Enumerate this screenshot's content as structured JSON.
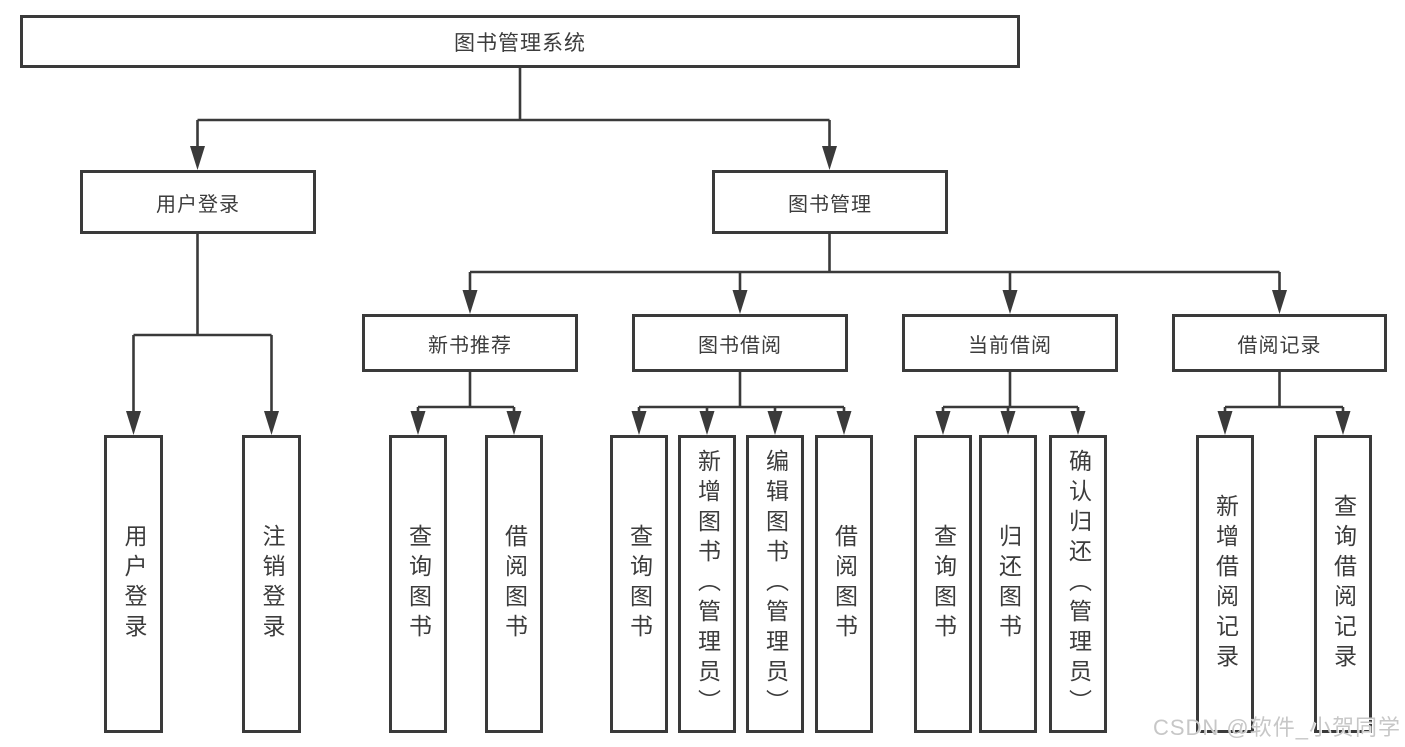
{
  "root": {
    "label": "图书管理系统"
  },
  "level2": {
    "user_login": {
      "label": "用户登录",
      "children": [
        {
          "label": "用户登录"
        },
        {
          "label": "注销登录"
        }
      ]
    },
    "book_mgmt": {
      "label": "图书管理"
    }
  },
  "level3": {
    "new_books": {
      "label": "新书推荐",
      "children": [
        {
          "label": "查询图书"
        },
        {
          "label": "借阅图书"
        }
      ]
    },
    "book_borrow": {
      "label": "图书借阅",
      "children": [
        {
          "label": "查询图书"
        },
        {
          "label": "新增图书（管理员）"
        },
        {
          "label": "编辑图书（管理员）"
        },
        {
          "label": "借阅图书"
        }
      ]
    },
    "current_borrow": {
      "label": "当前借阅",
      "children": [
        {
          "label": "查询图书"
        },
        {
          "label": "归还图书"
        },
        {
          "label": "确认归还（管理员）"
        }
      ]
    },
    "borrow_records": {
      "label": "借阅记录",
      "children": [
        {
          "label": "新增借阅记录"
        },
        {
          "label": "查询借阅记录"
        }
      ]
    }
  },
  "watermark": "CSDN @软件_小贺同学",
  "colors": {
    "line": "#3a3a3a",
    "text": "#3c3c3c",
    "watermark": "#c7c7c7",
    "background": "#ffffff"
  }
}
